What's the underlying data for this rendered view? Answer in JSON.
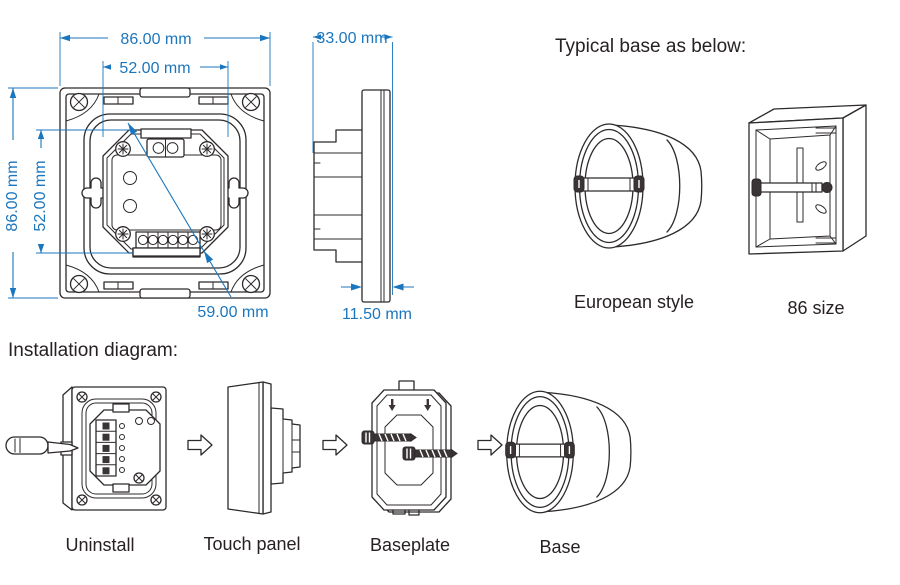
{
  "colors": {
    "line": "#2e2a2b",
    "dimension_blue": "#1b76bd",
    "text": "#272123",
    "background": "#ffffff"
  },
  "mechanical_drawing": {
    "front_view": {
      "overall_width": "86.00 mm",
      "inner_width": "52.00 mm",
      "overall_height": "86.00 mm",
      "inner_height": "52.00 mm",
      "diagonal": "59.00 mm"
    },
    "side_view": {
      "depth": "33.00 mm",
      "panel_thickness": "11.50 mm"
    }
  },
  "typical_base": {
    "heading": "Typical base as below:",
    "bases": [
      {
        "label": "European style"
      },
      {
        "label": "86 size"
      }
    ]
  },
  "installation": {
    "heading": "Installation diagram:",
    "steps": [
      {
        "label": "Uninstall"
      },
      {
        "label": "Touch panel"
      },
      {
        "label": "Baseplate"
      },
      {
        "label": "Base"
      }
    ]
  }
}
